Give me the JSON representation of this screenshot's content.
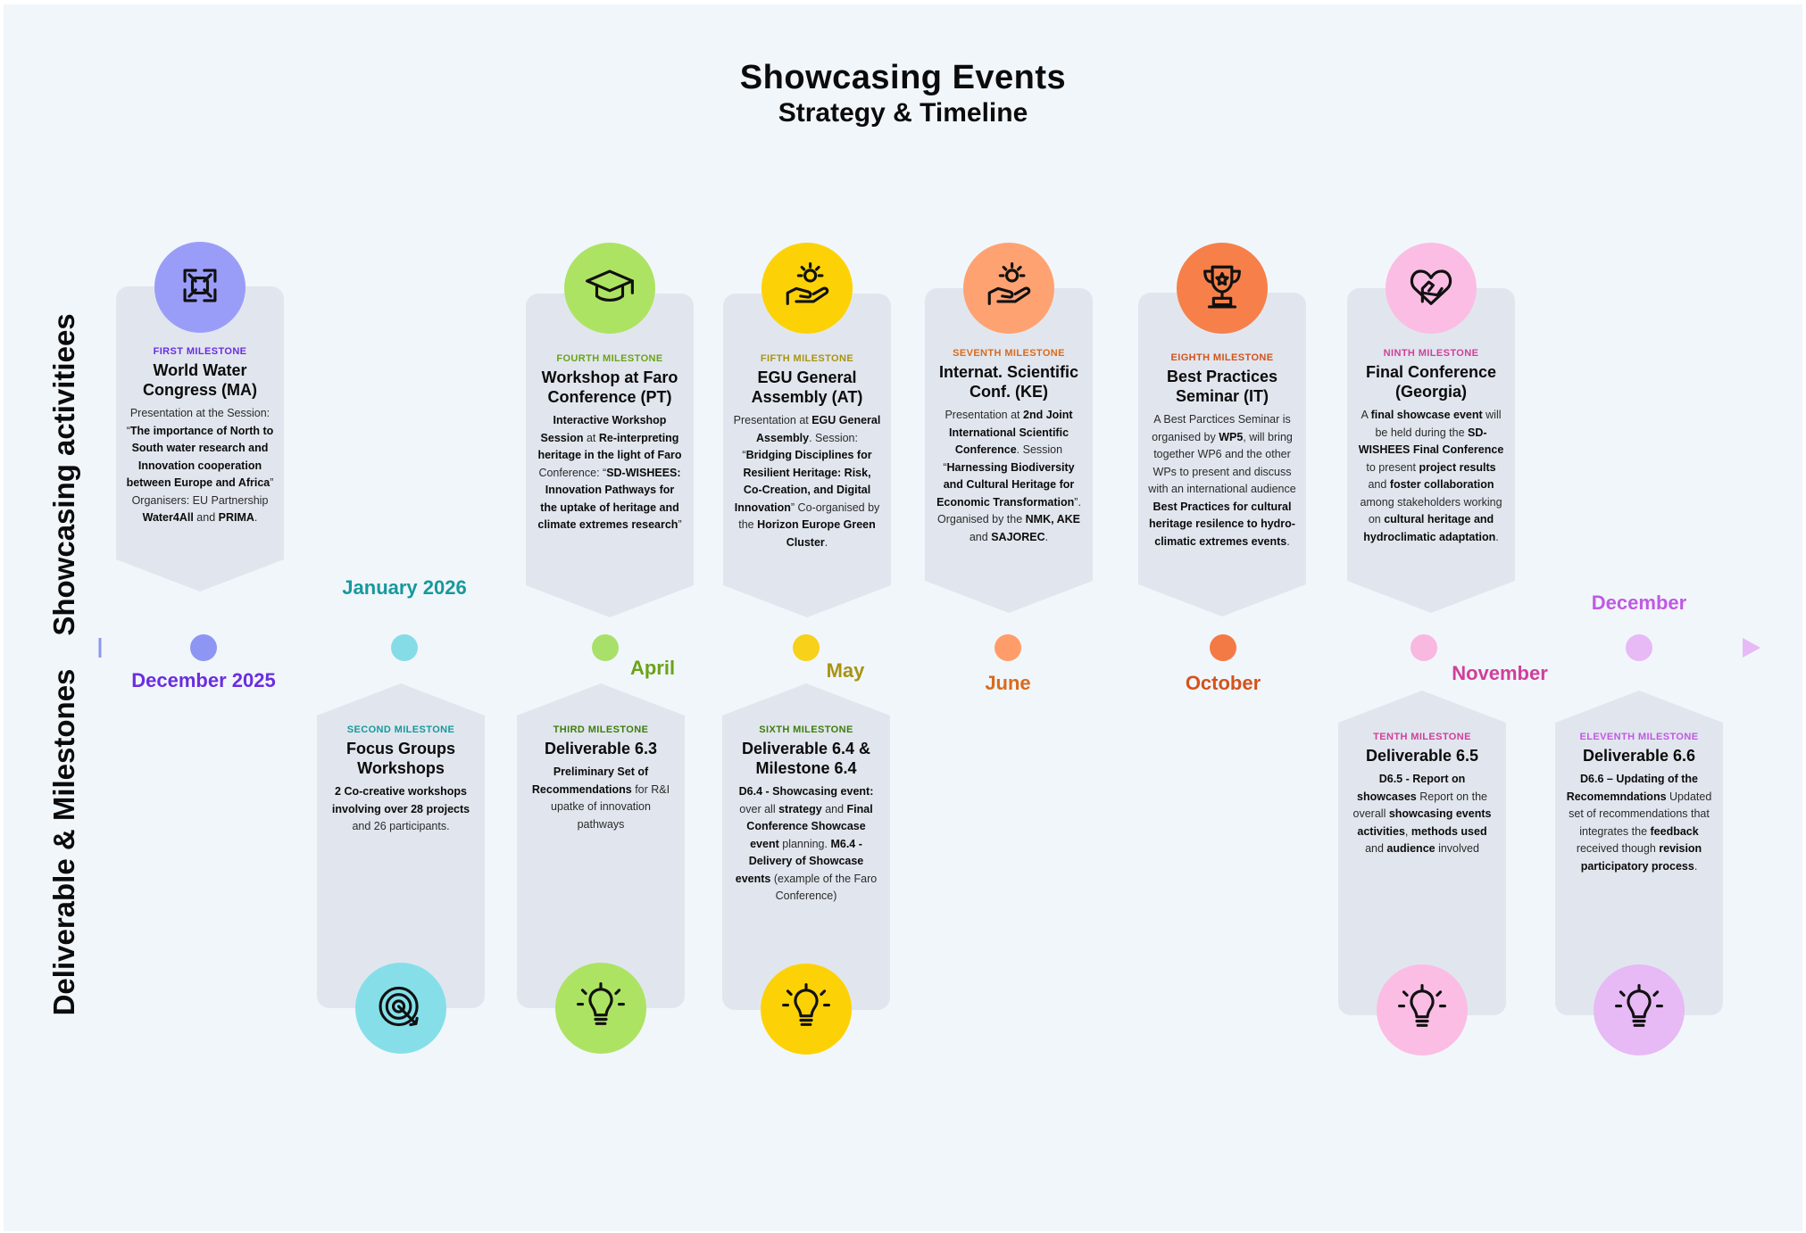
{
  "header": {
    "title": "Showcasing Events",
    "subtitle": "Strategy & Timeline"
  },
  "side_labels": {
    "top": "Showcasing activitiees",
    "bottom": "Deliverable & Milestones"
  },
  "timeline": {
    "months": [
      {
        "label": "December 2025",
        "color": "#6a2ee0"
      },
      {
        "label": "January 2026",
        "color": "#16999c"
      },
      {
        "label": "April",
        "color": "#6ba317"
      },
      {
        "label": "May",
        "color": "#a79411"
      },
      {
        "label": "June",
        "color": "#d96a1b"
      },
      {
        "label": "October",
        "color": "#d4531c"
      },
      {
        "label": "November",
        "color": "#d03f9a"
      },
      {
        "label": "December",
        "color": "#c059e3"
      }
    ],
    "dot_colors": [
      "#8e96f4",
      "#86dce6",
      "#a9e06a",
      "#f7d11a",
      "#ff9d6a",
      "#f47a45",
      "#f9b8df",
      "#e7b9f5"
    ]
  },
  "top_cards": [
    {
      "milestone": "FIRST MILESTONE",
      "title": "World Water Congress (MA)",
      "icon": "collaboration-hands-icon",
      "color": "#9a9df8",
      "label_color": "#6a2ee0",
      "desc": [
        [
          "Presentation at the Session: “",
          0
        ],
        [
          "The importance of North to South water research and Innovation cooperation between Europe and Africa",
          1
        ],
        [
          "” Organisers: EU Partnership ",
          0
        ],
        [
          "Water4All",
          1
        ],
        [
          " and ",
          0
        ],
        [
          "PRIMA",
          1
        ],
        [
          ".",
          0
        ]
      ]
    },
    {
      "milestone": "FOURTH MILESTONE",
      "title": "Workshop at Faro Conference (PT)",
      "icon": "graduation-cap-icon",
      "color": "#ade362",
      "label_color": "#6ba317",
      "desc": [
        [
          "Interactive Workshop Session",
          1
        ],
        [
          " at ",
          0
        ],
        [
          "Re-interpreting heritage in the light of Faro",
          1
        ],
        [
          " Conference: “",
          0
        ],
        [
          "SD-WISHEES: Innovation Pathways for the uptake of heritage and climate extremes",
          1
        ],
        [
          " ",
          0
        ],
        [
          "research",
          1
        ],
        [
          "”",
          0
        ]
      ]
    },
    {
      "milestone": "FIFTH MILESTONE",
      "title": "EGU General Assembly (AT)",
      "icon": "hand-with-sun-icon",
      "color": "#fcd206",
      "label_color": "#a79411",
      "desc": [
        [
          "Presentation at ",
          0
        ],
        [
          "EGU General Assembly",
          1
        ],
        [
          ". Session: “",
          0
        ],
        [
          "Bridging Disciplines for Resilient Heritage: Risk, Co-Creation, and Digital Innovation",
          1
        ],
        [
          "” Co-organised by the ",
          0
        ],
        [
          "Horizon Europe Green Cluster",
          1
        ],
        [
          ".",
          0
        ]
      ]
    },
    {
      "milestone": "SEVENTH MILESTONE",
      "title": "Internat. Scientific Conf. (KE)",
      "icon": "hand-with-sun-icon",
      "color": "#ffa272",
      "label_color": "#d96a1b",
      "desc": [
        [
          "Presentation at ",
          0
        ],
        [
          "2nd Joint International Scientific Conference",
          1
        ],
        [
          ". Session “",
          0
        ],
        [
          "Harnessing Biodiversity and Cultural Heritage for Economic Transformation",
          1
        ],
        [
          "”. Organised by the ",
          0
        ],
        [
          "NMK, AKE",
          1
        ],
        [
          " and ",
          0
        ],
        [
          "SAJOREC",
          1
        ],
        [
          ".",
          0
        ]
      ]
    },
    {
      "milestone": "EIGHTH MILESTONE",
      "title": "Best Practices Seminar (IT)",
      "icon": "trophy-icon",
      "color": "#f7804a",
      "label_color": "#d4531c",
      "desc": [
        [
          "A Best Parctices Seminar is organised by ",
          0
        ],
        [
          "WP5",
          1
        ],
        [
          ", will bring together WP6 and the other WPs to present and discuss with an international audience ",
          0
        ],
        [
          "Best Practices for cultural heritage resilence to hydro-climatic extremes events",
          1
        ],
        [
          ".",
          0
        ]
      ]
    },
    {
      "milestone": "NINTH MILESTONE",
      "title": "Final Conference (Georgia)",
      "icon": "heart-in-hand-icon",
      "color": "#fbbde4",
      "label_color": "#d03f9a",
      "desc": [
        [
          "A ",
          0
        ],
        [
          "final showcase event",
          1
        ],
        [
          " will be held during the ",
          0
        ],
        [
          "SD-WISHEES Final Conference",
          1
        ],
        [
          " to present ",
          0
        ],
        [
          "project results",
          1
        ],
        [
          " and ",
          0
        ],
        [
          "foster collaboration",
          1
        ],
        [
          " among stakeholders working on ",
          0
        ],
        [
          "cultural heritage and hydroclimatic adaptation",
          1
        ],
        [
          ".",
          0
        ]
      ]
    }
  ],
  "bottom_cards": [
    {
      "milestone": "SECOND MILESTONE",
      "title": "Focus Groups Workshops",
      "icon": "target-icon",
      "color": "#86dfe8",
      "label_color": "#16999c",
      "desc": [
        [
          "2 Co-creative workshops involving over 28 projects",
          1
        ],
        [
          " and 26 participants.",
          0
        ]
      ]
    },
    {
      "milestone": "THIRD MILESTONE",
      "title": "Deliverable 6.3",
      "icon": "lightbulb-icon",
      "color": "#ade362",
      "label_color": "#3d7d0c",
      "desc": [
        [
          "Preliminary Set of Recommendations",
          1
        ],
        [
          " for R&I upatke of innovation pathways",
          0
        ]
      ]
    },
    {
      "milestone": "SIXTH MILESTONE",
      "title": "Deliverable 6.4 & Milestone 6.4",
      "icon": "lightbulb-icon",
      "color": "#fcd206",
      "label_color": "#3d7d0c",
      "desc": [
        [
          "D6.4 - Showcasing event:",
          1
        ],
        [
          " over all ",
          0
        ],
        [
          "strategy",
          1
        ],
        [
          " and ",
          0
        ],
        [
          "Final Conference Showcase event",
          1
        ],
        [
          " planning. ",
          0
        ],
        [
          "M6.4 - Delivery of Showcase events",
          1
        ],
        [
          " (example of the Faro Conference)",
          0
        ]
      ]
    },
    {
      "milestone": "TENTH MILESTONE",
      "title": "Deliverable 6.5",
      "icon": "lightbulb-icon",
      "color": "#fbbde4",
      "label_color": "#d03f9a",
      "desc": [
        [
          "D6.5 - Report on showcases",
          1
        ],
        [
          " Report on the overall ",
          0
        ],
        [
          "showcasing events activities",
          1
        ],
        [
          ", ",
          0
        ],
        [
          "methods used",
          1
        ],
        [
          " and ",
          0
        ],
        [
          "audience",
          1
        ],
        [
          " involved",
          0
        ]
      ]
    },
    {
      "milestone": "ELEVENTH MILESTONE",
      "title": "Deliverable 6.6",
      "icon": "lightbulb-icon",
      "color": "#e7b9f5",
      "label_color": "#c059e3",
      "desc": [
        [
          "D6.6 – Updating of the Recomemndations",
          1
        ],
        [
          " Updated set of recommendations that integrates the ",
          0
        ],
        [
          "feedback",
          1
        ],
        [
          " received though ",
          0
        ],
        [
          "revision participatory process",
          1
        ],
        [
          ".",
          0
        ]
      ]
    }
  ]
}
